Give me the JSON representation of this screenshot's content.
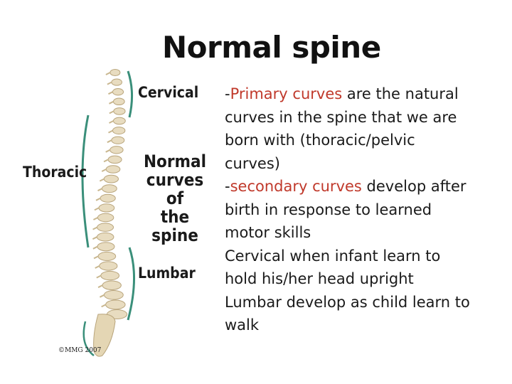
{
  "slide": {
    "title": "Normal spine"
  },
  "figure": {
    "label_cervical": "Cervical",
    "label_thoracic": "Thoracic",
    "label_lumbar": "Lumbar",
    "label_normal_1": "Normal",
    "label_normal_2": "curves of",
    "label_normal_3": "the spine",
    "copyright": "©MMG 2007"
  },
  "body": {
    "p1_pre": "-",
    "p1_highlight": "Primary curves",
    "p1_rest": " are the natural",
    "p1_line2": "curves in the spine that we are",
    "p1_line3": "born with (thoracic/pelvic",
    "p1_line4": "curves)",
    "p2_pre": "-",
    "p2_highlight": "secondary curves",
    "p2_rest": " develop after",
    "p2_line2": "birth in response to learned",
    "p2_line3": "motor skills",
    "p3_line1": "Cervical when infant learn to",
    "p3_line2": "hold his/her head upright",
    "p4_line1": "Lumbar develop as child learn to",
    "p4_line2": "walk"
  },
  "colors": {
    "highlight": "#c0392b",
    "curve_line": "#3a8f7a",
    "bone": "#e8dcc0"
  }
}
